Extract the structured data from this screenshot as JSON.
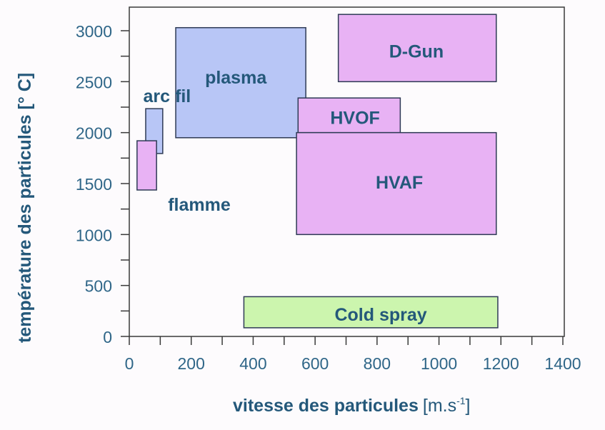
{
  "chart_data": {
    "type": "range-boxes",
    "title": "",
    "xlabel": "vitesse des particules",
    "xlabel_unit": "[m.s",
    "xlabel_unit_sup": "-1",
    "xlabel_unit_end": "]",
    "ylabel": "température des particules [° C]",
    "xlim": [
      0,
      1400
    ],
    "ylim": [
      0,
      3230
    ],
    "x_ticks": [
      0,
      200,
      400,
      600,
      800,
      1000,
      1200,
      1400
    ],
    "x_tick_labels": [
      "0",
      "200",
      "400",
      "600",
      "800",
      "1000",
      "1200",
      "1400"
    ],
    "x_minor_step": 100,
    "y_ticks": [
      0,
      500,
      1000,
      1500,
      2000,
      2500,
      3000
    ],
    "y_tick_labels": [
      "0",
      "500",
      "1000",
      "1500",
      "2000",
      "2500",
      "3000"
    ],
    "y_minor_step": 250,
    "grid": false,
    "series": [
      {
        "name": "plasma",
        "x": [
          150,
          570
        ],
        "y": [
          1950,
          3030
        ],
        "color": "#b8c6f6",
        "label_at": [
          344,
          2544
        ]
      },
      {
        "name": "D-Gun",
        "x": [
          675,
          1185
        ],
        "y": [
          2500,
          3160
        ],
        "color": "#e8b2f4",
        "label_at": [
          927,
          2800
        ]
      },
      {
        "name": "HVOF",
        "x": [
          545,
          875
        ],
        "y": [
          2000,
          2340
        ],
        "color": "#e8b2f4",
        "label_at": [
          729,
          2150
        ]
      },
      {
        "name": "HVAF",
        "x": [
          540,
          1185
        ],
        "y": [
          1000,
          2000
        ],
        "color": "#e8b2f4",
        "label_at": [
          872,
          1513
        ]
      },
      {
        "name": "Cold spray",
        "x": [
          370,
          1190
        ],
        "y": [
          85,
          390
        ],
        "color": "#ccf5ae",
        "label_at": [
          812,
          217
        ]
      },
      {
        "name": "arc fil",
        "x": [
          53,
          108
        ],
        "y": [
          1795,
          2235
        ],
        "color": "#b8c6f6",
        "label_at": [
          122,
          2362
        ]
      },
      {
        "name": "flamme",
        "x": [
          25,
          88
        ],
        "y": [
          1437,
          1920
        ],
        "color": "#e8b2f4",
        "label_at": [
          226,
          1296
        ]
      }
    ]
  }
}
